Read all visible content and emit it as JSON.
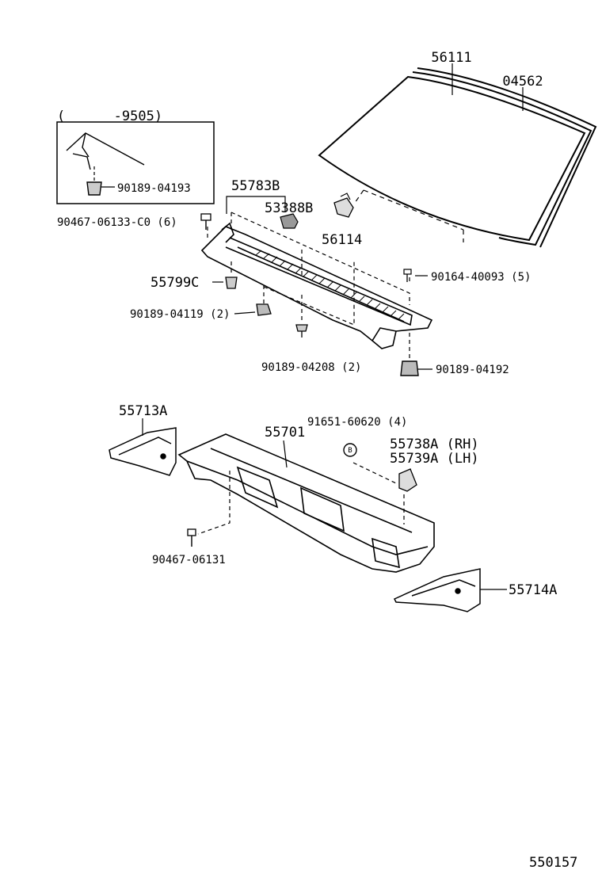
{
  "diagram": {
    "code": "550157",
    "inset_range": "(      -9505)",
    "parts": {
      "p56111": "56111",
      "p04562": "04562",
      "p90189_04193": "90189-04193",
      "p55783B": "55783B",
      "p53388B": "53388B",
      "p90467_06133": "90467-06133-C0 (6)",
      "p56114": "56114",
      "p55799C": "55799C",
      "p90164_40093": "90164-40093 (5)",
      "p90189_04119": "90189-04119 (2)",
      "p90189_04208": "90189-04208 (2)",
      "p90189_04192": "90189-04192",
      "p55713A": "55713A",
      "p91651_60620": "91651-60620 (4)",
      "p55701": "55701",
      "p55738A": "55738A (RH)",
      "p55739A": "55739A (LH)",
      "p90467_06131": "90467-06131",
      "p55714A": "55714A"
    },
    "bolt_marker": "B"
  }
}
